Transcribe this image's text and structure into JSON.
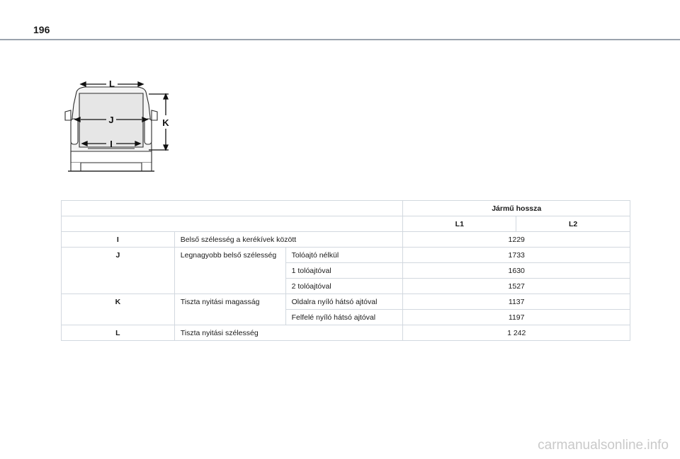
{
  "page_number": "196",
  "figure": {
    "labels": {
      "L": "L",
      "J": "J",
      "I": "I",
      "K": "K"
    }
  },
  "table": {
    "header": "Jármű hossza",
    "columns": [
      "L1",
      "L2"
    ],
    "rows": {
      "i": {
        "key": "I",
        "label": "Belső szélesség a kerékívek között",
        "value": "1229"
      },
      "j": {
        "key": "J",
        "label": "Legnagyobb belső szélesség",
        "sub": [
          {
            "label": "Tolóajtó nélkül",
            "value": "1733"
          },
          {
            "label": "1 tolóajtóval",
            "value": "1630"
          },
          {
            "label": "2 tolóajtóval",
            "value": "1527"
          }
        ]
      },
      "k": {
        "key": "K",
        "label": "Tiszta nyitási magasság",
        "sub": [
          {
            "label": "Oldalra nyíló hátsó ajtóval",
            "value": "1137"
          },
          {
            "label": "Felfelé nyíló hátsó ajtóval",
            "value": "1197"
          }
        ]
      },
      "l": {
        "key": "L",
        "label": "Tiszta nyitási szélesség",
        "value": "1 242"
      }
    }
  },
  "watermark": "carmanualsonline.info"
}
